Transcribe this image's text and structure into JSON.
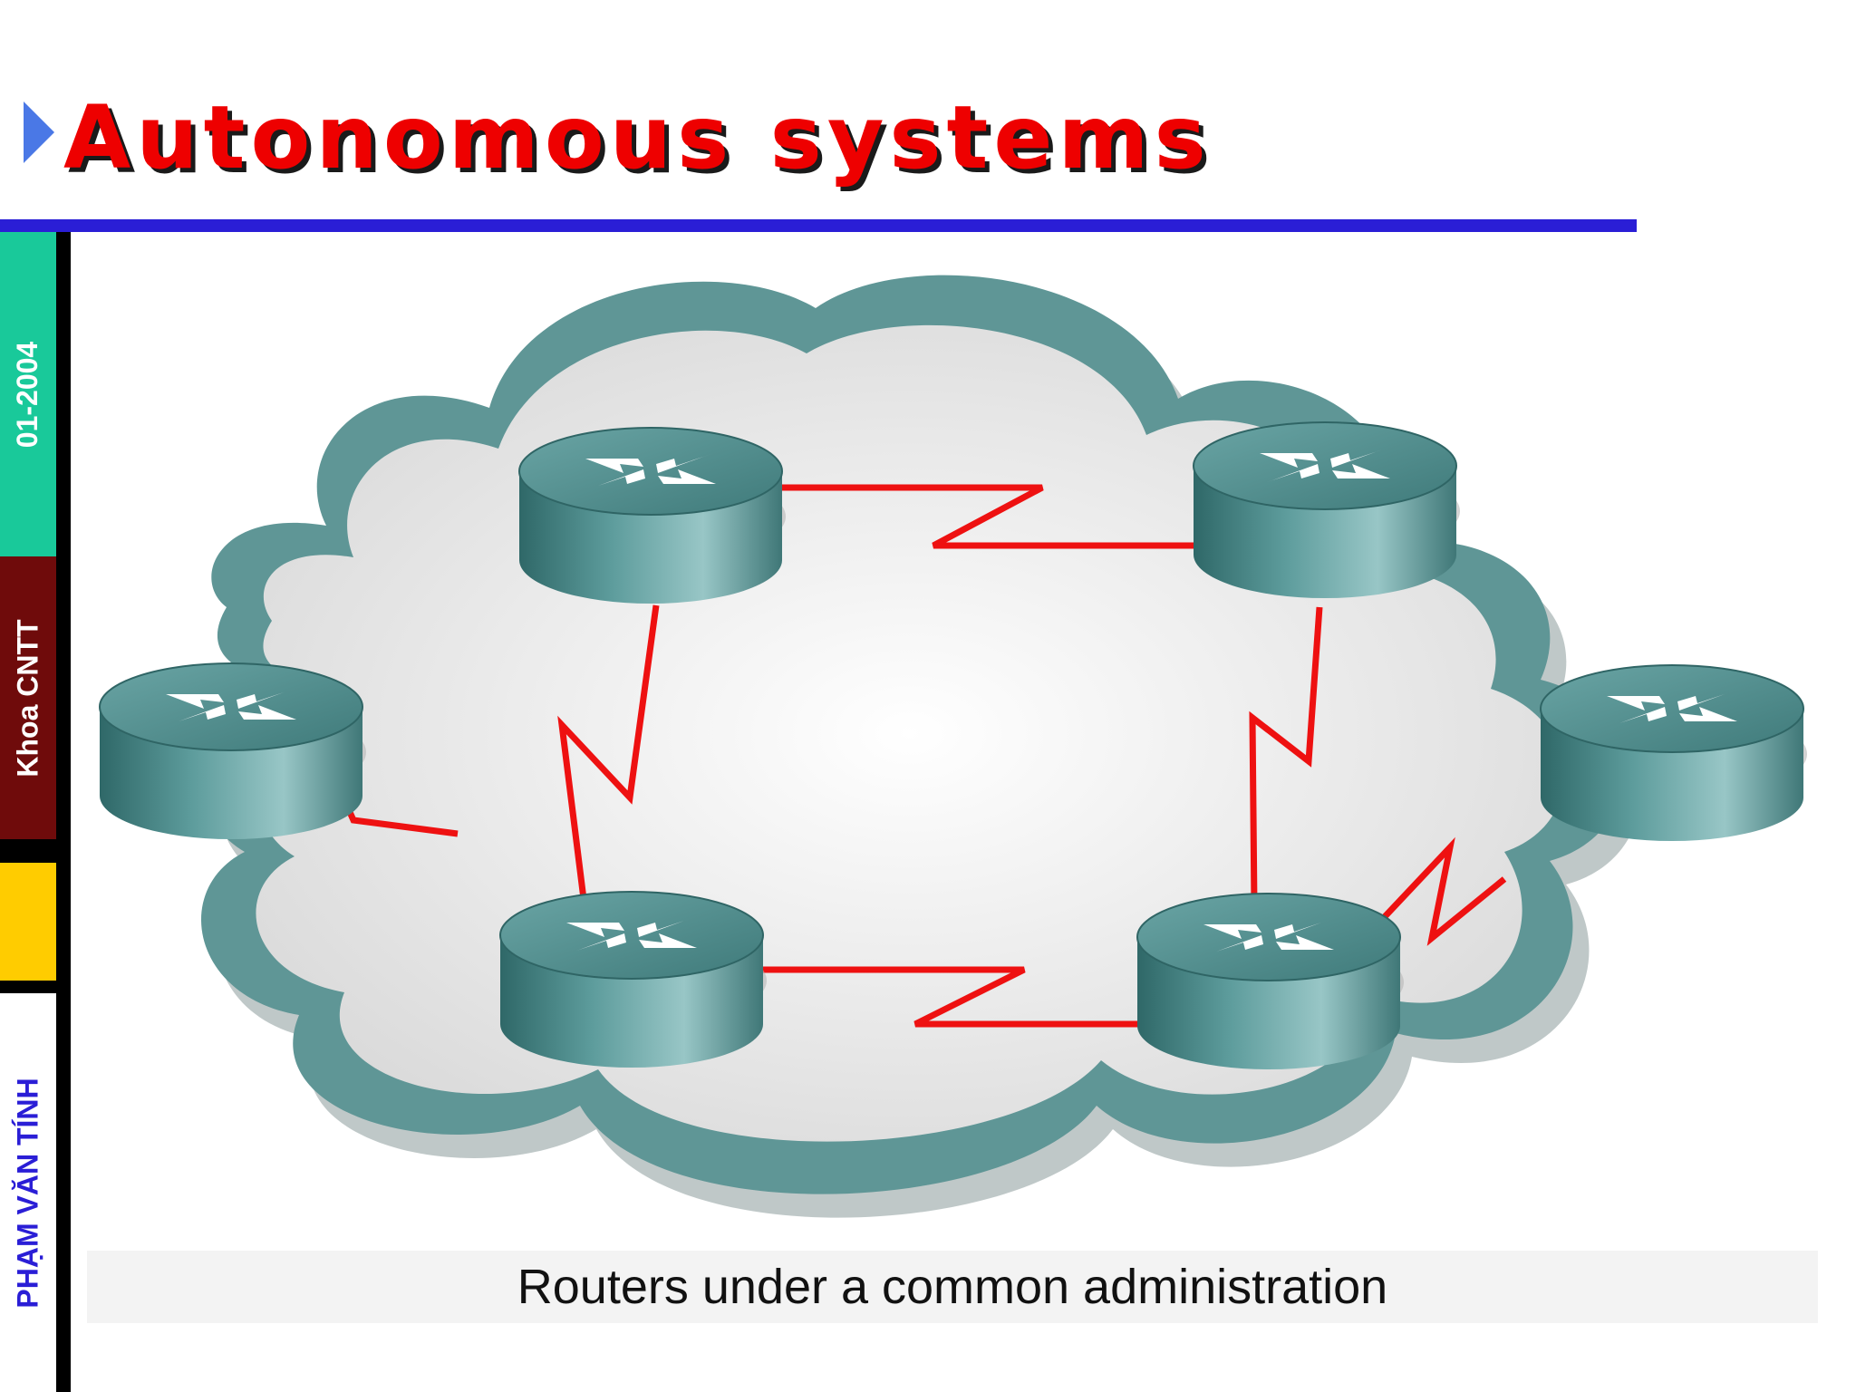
{
  "title": "Autonomous systems",
  "sidebar": {
    "date": "01-2004",
    "department": "Khoa CNTT",
    "author": "PHẠM VĂN TÍNH"
  },
  "diagram": {
    "routers": [
      "router-top-left",
      "router-top-right",
      "router-left",
      "router-right",
      "router-bottom-left",
      "router-bottom-right"
    ],
    "link_color": "#ee1111",
    "router_color": "#4f8c8c",
    "cloud_color": "#5f9696"
  },
  "caption": "Routers under a common administration"
}
